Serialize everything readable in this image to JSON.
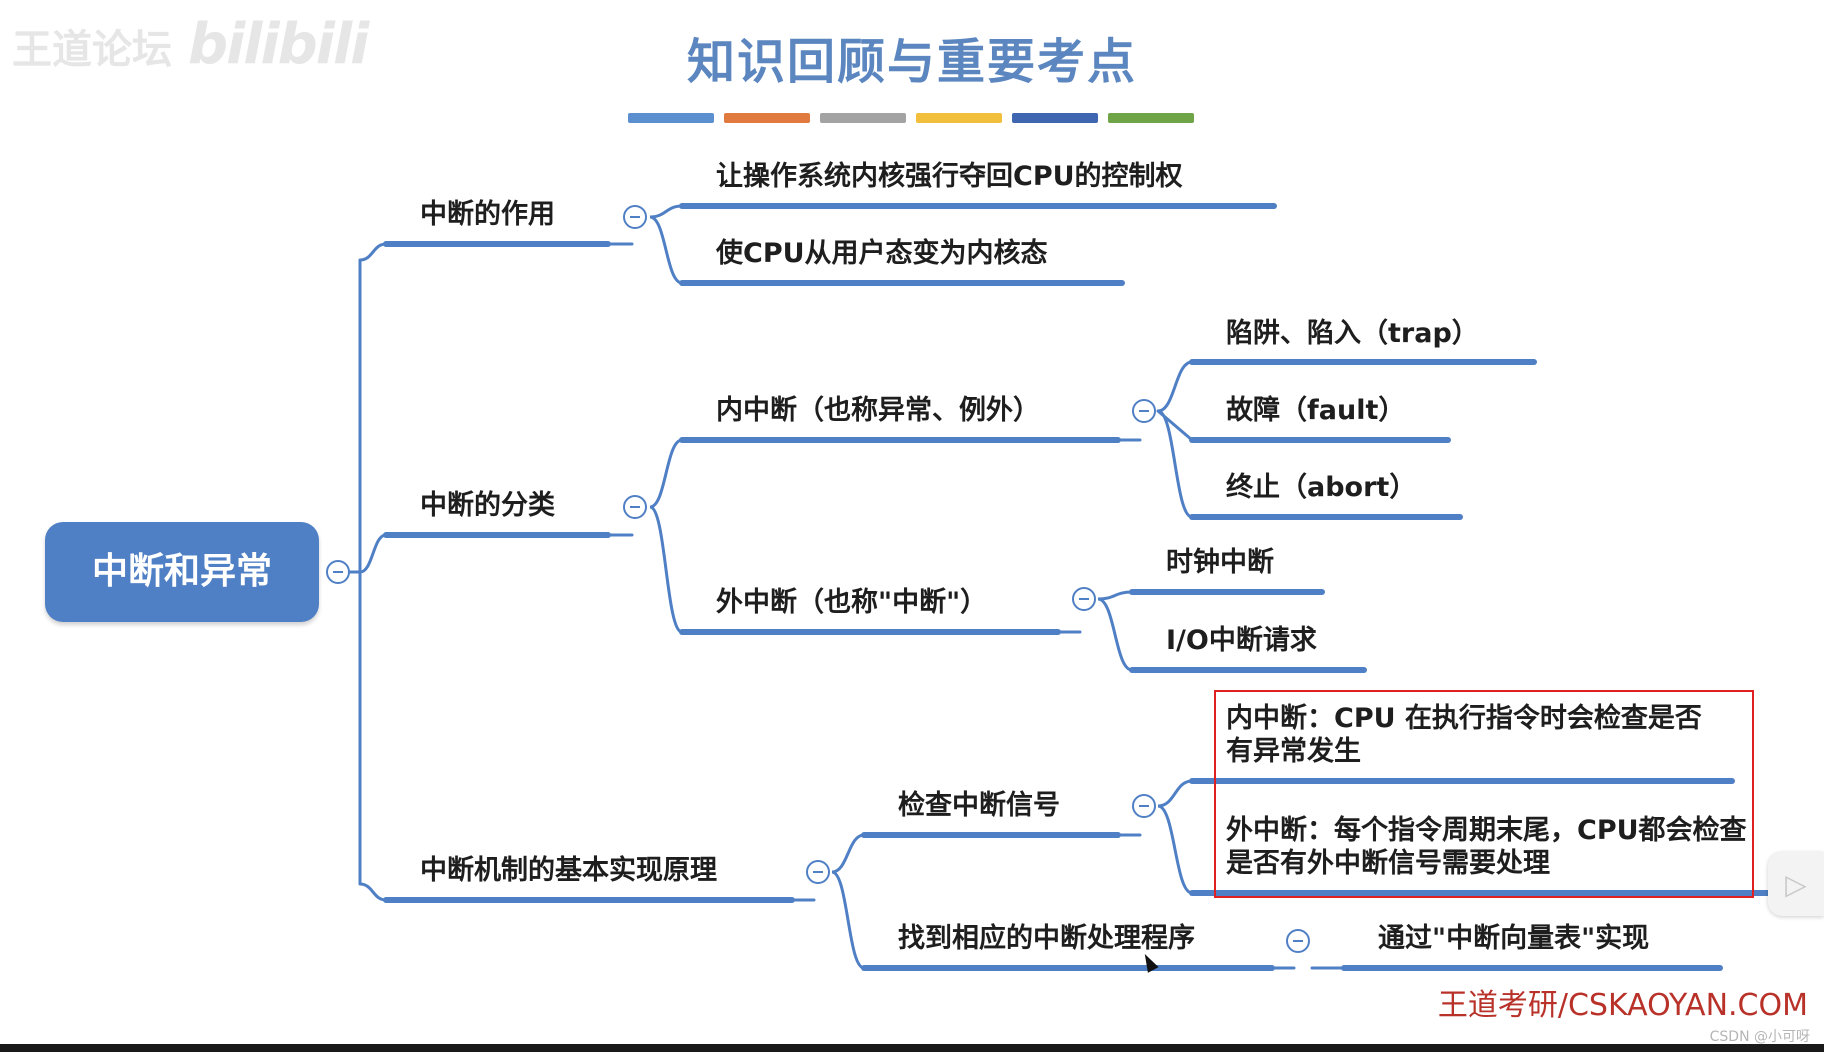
{
  "watermark": {
    "text": "王道论坛",
    "logo": "bilibili"
  },
  "title": "知识回顾与重要考点",
  "title_stripe_colors": [
    "#5b8fd0",
    "#e07a3f",
    "#a3a3a3",
    "#f2bf3c",
    "#3f66b0",
    "#6fa447"
  ],
  "mindmap": {
    "root": "中断和异常",
    "branches": [
      {
        "label": "中断的作用",
        "children": [
          "让操作系统内核强行夺回CPU的控制权",
          "使CPU从用户态变为内核态"
        ]
      },
      {
        "label": "中断的分类",
        "children": [
          {
            "label": "内中断（也称异常、例外）",
            "children": [
              "陷阱、陷入（trap）",
              "故障（fault）",
              "终止（abort）"
            ]
          },
          {
            "label": "外中断（也称\"中断\"）",
            "children": [
              "时钟中断",
              "I/O中断请求"
            ]
          }
        ]
      },
      {
        "label": "中断机制的基本实现原理",
        "children": [
          {
            "label": "检查中断信号",
            "children": [
              "内中断：CPU 在执行指令时会检查是否有异常发生",
              "外中断：每个指令周期末尾，CPU都会检查是否有外中断信号需要处理"
            ]
          },
          {
            "label": "找到相应的中断处理程序",
            "children": [
              "通过\"中断向量表\"实现"
            ]
          }
        ]
      }
    ]
  },
  "footer": {
    "brand": "王道考研/CSKAOYAN.COM",
    "csdn_mark": "CSDN @小可呀"
  },
  "colors": {
    "accent": "#4f7fc4",
    "highlight_box": "#e02020",
    "brand": "#b8322a"
  },
  "icons": {
    "collapse": "collapse-icon",
    "play": "play-icon",
    "cursor": "cursor-icon"
  }
}
